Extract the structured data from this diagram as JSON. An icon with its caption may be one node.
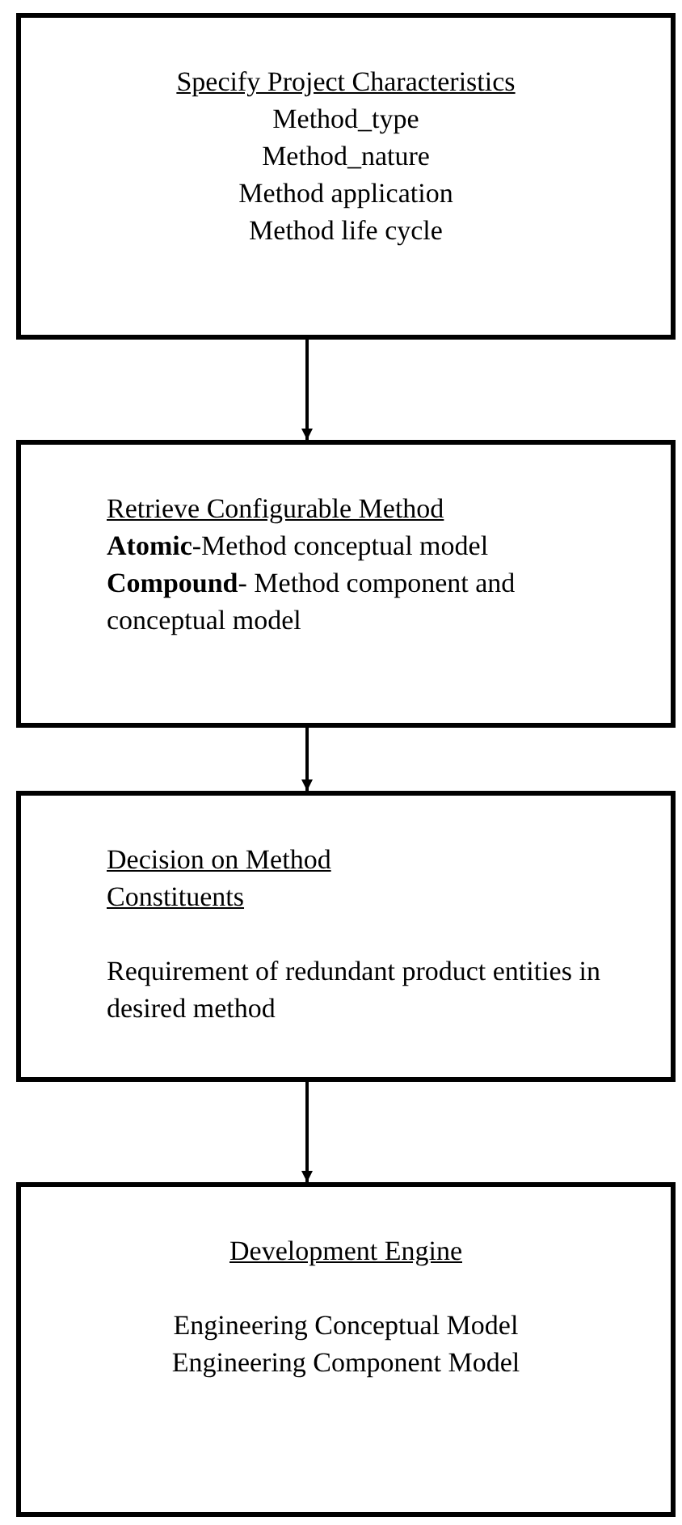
{
  "diagram": {
    "nodes": [
      {
        "text": [
          "Specify Project Characteristics",
          "Method_type",
          "Method_nature",
          "Method application",
          "Method life cycle"
        ]
      },
      {
        "text": [
          "Retrieve Configurable Method",
          "**Atomic**-Method conceptual model",
          "**Compound**- Method component and conceptual model"
        ]
      },
      {
        "text": [
          "Decision on Method Constituents",
          "Requirement of redundant product entities in desired method"
        ]
      },
      {
        "text": [
          "Development Engine",
          "Engineering Conceptual Model",
          "Engineering Component Model"
        ]
      }
    ],
    "edges": [
      {
        "from": 0,
        "to": 1,
        "arrow": "to"
      },
      {
        "from": 1,
        "to": 2,
        "arrow": "to"
      },
      {
        "from": 2,
        "to": 3,
        "arrow": "to"
      }
    ]
  }
}
